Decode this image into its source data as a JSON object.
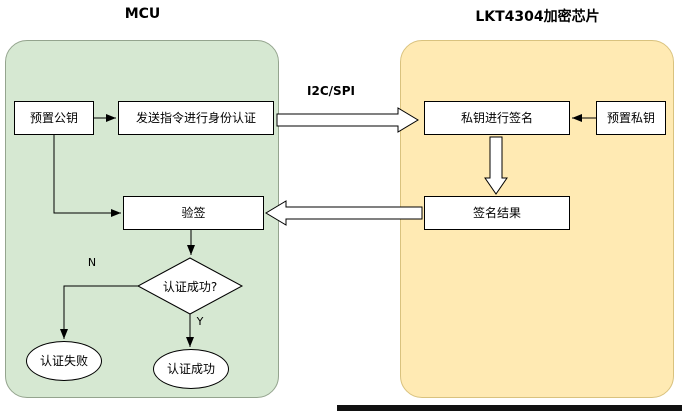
{
  "header": {
    "mcu_title": "MCU",
    "chip_title": "LKT4304加密芯片"
  },
  "mcu": {
    "preset_public_key": "预置公钥",
    "send_auth_command": "发送指令进行身份认证",
    "verify_signature": "验签",
    "auth_decision": "认证成功?",
    "auth_fail": "认证失败",
    "auth_success": "认证成功",
    "branch_no": "N",
    "branch_yes": "Y"
  },
  "chip": {
    "sign_with_private_key": "私钥进行签名",
    "preset_private_key": "预置私钥",
    "signature_result": "签名结果"
  },
  "connection": {
    "bus_label": "I2C/SPI"
  },
  "colors": {
    "mcu_fill": "#d6e8d2",
    "mcu_border": "#94a48e",
    "chip_fill": "#ffeab3",
    "chip_border": "#d9c27e",
    "node_fill": "#ffffff",
    "node_border": "#000000",
    "connector": "#000000"
  }
}
